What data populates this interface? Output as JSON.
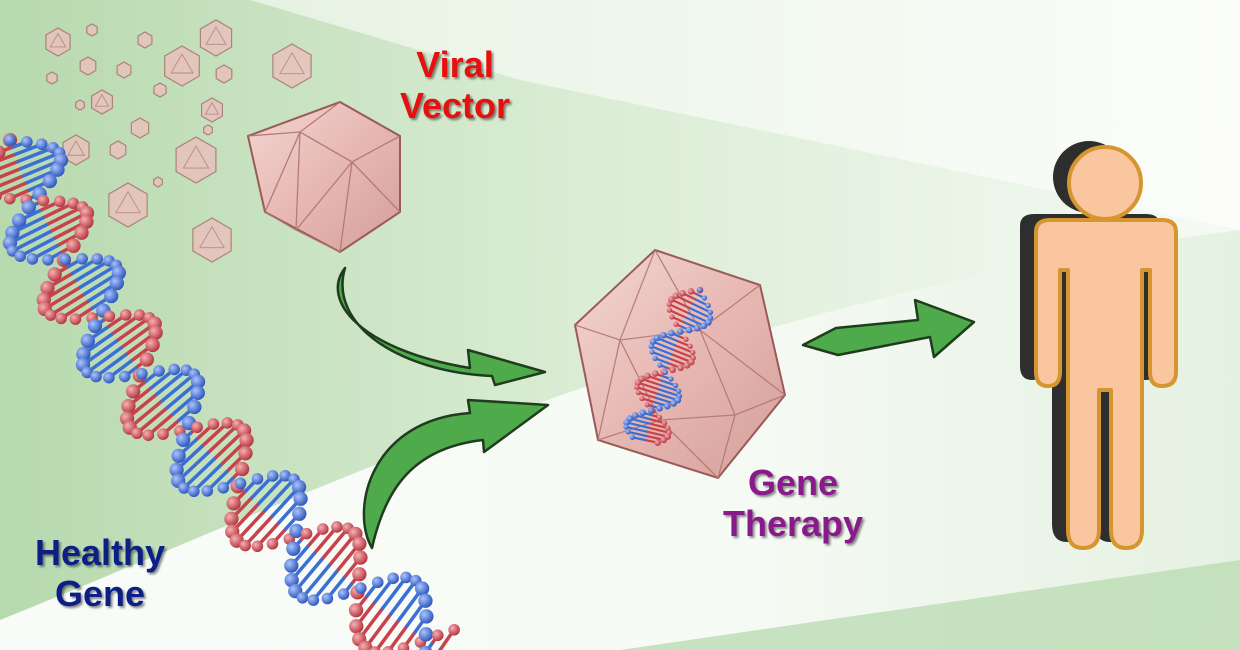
{
  "labels": {
    "viral_vector": [
      "Viral",
      "Vector"
    ],
    "healthy_gene": [
      "Healthy",
      "Gene"
    ],
    "gene_therapy": [
      "Gene",
      "Therapy"
    ]
  },
  "colors": {
    "viral_vector_text": "#e8100f",
    "healthy_gene_text": "#0b1f86",
    "gene_therapy_text": "#8a1a8c",
    "arrow_fill": "#4faa4c",
    "arrow_stroke": "#1f3d1d",
    "capsid_fill": "#e8b9b4",
    "capsid_stroke": "#9a5a58",
    "person_fill": "#f9c6a0",
    "person_outline": "#d6962f",
    "person_shadow": "#2e2e2e",
    "dna_red": "#c8414b",
    "dna_blue": "#3a6fd6",
    "background_green": "#bcdcb4"
  },
  "icons": [
    "virus-particle-icon",
    "dna-helix-icon",
    "curved-arrow-icon",
    "person-icon"
  ]
}
